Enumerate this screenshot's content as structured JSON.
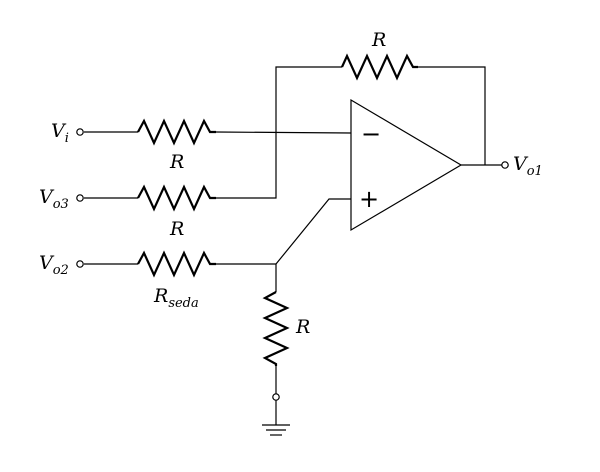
{
  "circuit": {
    "inputs": {
      "vi": {
        "main": "V",
        "sub": "i"
      },
      "vo3": {
        "main": "V",
        "sub": "o3"
      },
      "vo2": {
        "main": "V",
        "sub": "o2"
      }
    },
    "output": {
      "main": "V",
      "sub": "o1"
    },
    "resistors": {
      "feedback": {
        "main": "R",
        "sub": ""
      },
      "r_vi": {
        "main": "R",
        "sub": ""
      },
      "r_vo3": {
        "main": "R",
        "sub": ""
      },
      "r_vo2": {
        "main": "R",
        "sub": "seda"
      },
      "r_ground": {
        "main": "R",
        "sub": ""
      }
    },
    "opamp": {
      "inverting_sign": "−",
      "noninverting_sign": "+"
    }
  }
}
